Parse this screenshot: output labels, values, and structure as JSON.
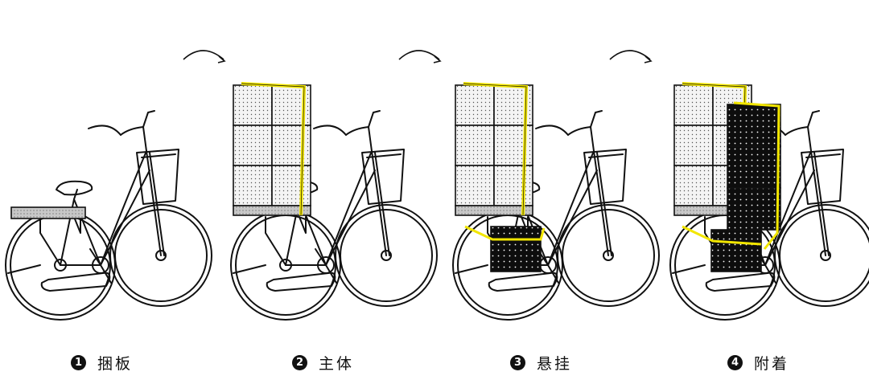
{
  "steps": [
    {
      "number": "1",
      "label": "捆板"
    },
    {
      "number": "2",
      "label": "主体"
    },
    {
      "number": "3",
      "label": "悬挂"
    },
    {
      "number": "4",
      "label": "附着"
    }
  ],
  "colors": {
    "line": "#111111",
    "strap": "#f2e600",
    "box_light": "#f2f2f2",
    "box_dark": "#0d0d0d",
    "rack": "#bdbdbd"
  }
}
